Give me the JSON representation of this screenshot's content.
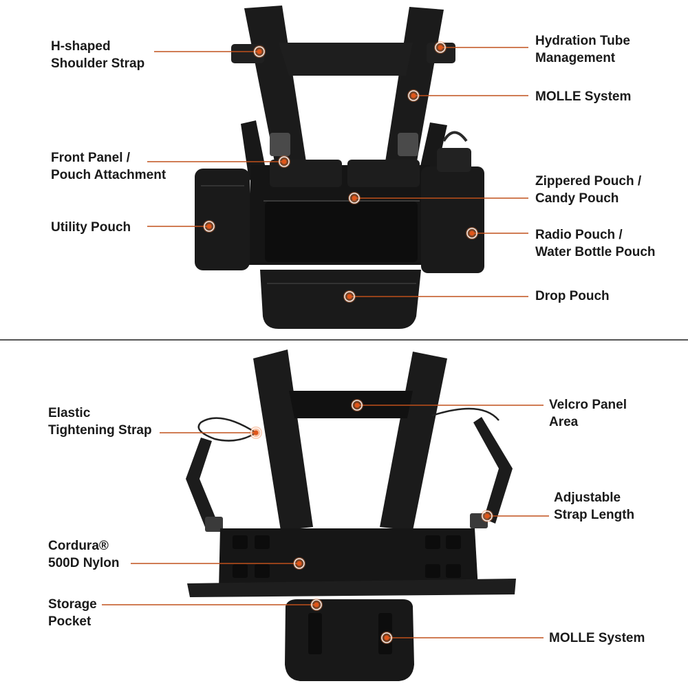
{
  "top_labels": {
    "h_shaped": [
      "H-shaped",
      "Shoulder Strap"
    ],
    "hydration": [
      "Hydration Tube",
      "Management"
    ],
    "molle_top": [
      "MOLLE System"
    ],
    "front_panel": [
      "Front Panel /",
      "Pouch Attachment"
    ],
    "zippered": [
      "Zippered Pouch /",
      "Candy Pouch"
    ],
    "utility": [
      "Utility Pouch"
    ],
    "radio": [
      "Radio Pouch /",
      "Water Bottle Pouch"
    ],
    "drop": [
      "Drop Pouch"
    ]
  },
  "bottom_labels": {
    "elastic": [
      "Elastic",
      "Tightening Strap"
    ],
    "velcro": [
      "Velcro Panel",
      "Area"
    ],
    "adjustable": [
      "Adjustable",
      "Strap Length"
    ],
    "cordura": [
      "Cordura®",
      "500D Nylon"
    ],
    "storage": [
      "Storage",
      "Pocket"
    ],
    "molle_bottom": [
      "MOLLE System"
    ]
  },
  "colors": {
    "accent": "#e0561a",
    "leader": "#c0501b",
    "gear": "#141414",
    "text": "#1a1a1a"
  }
}
